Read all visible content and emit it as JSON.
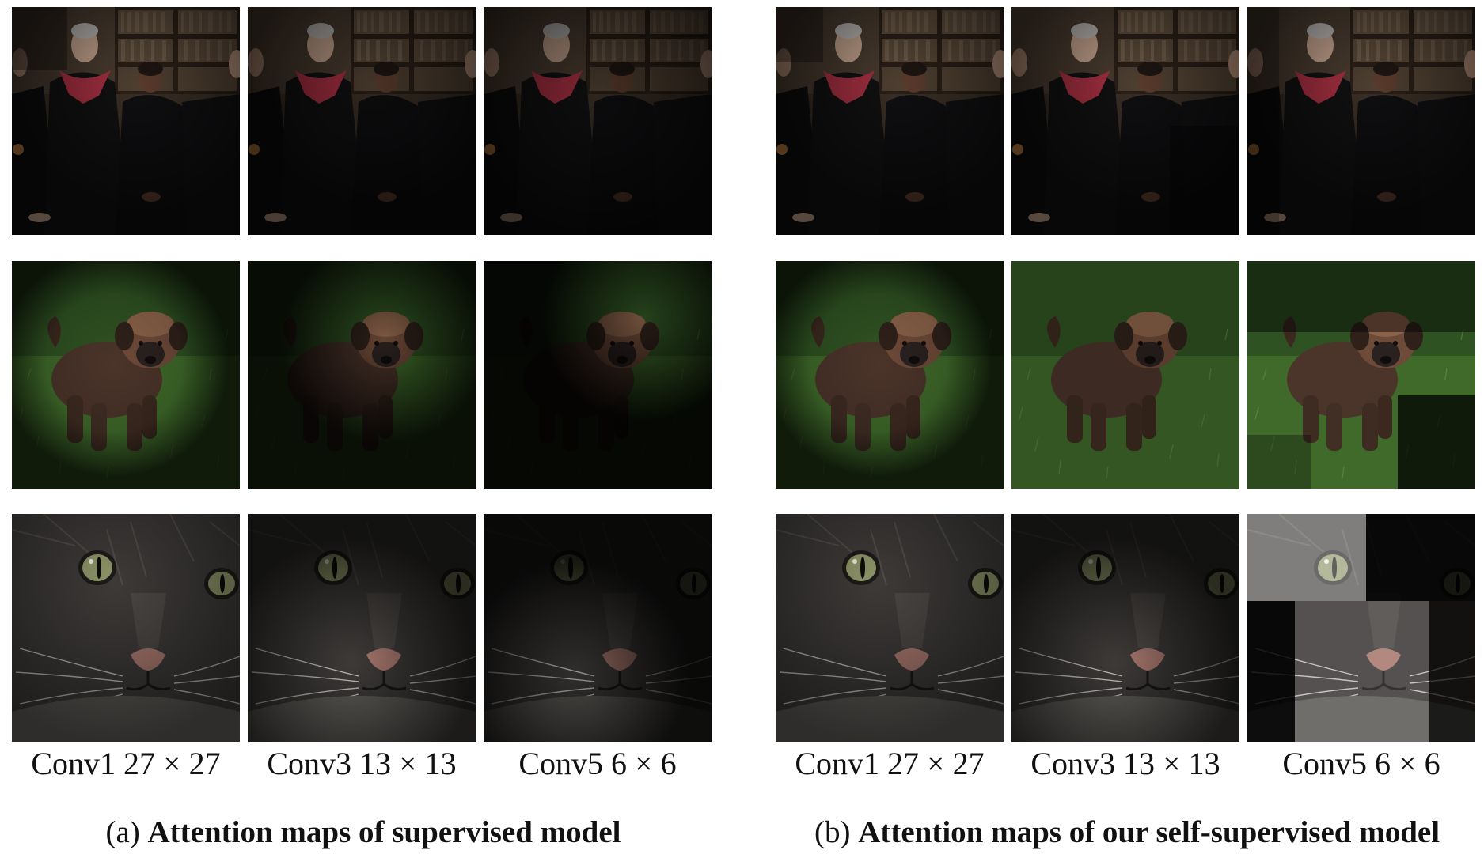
{
  "figure": {
    "panels": [
      {
        "column_labels": [
          "Conv1 27 × 27",
          "Conv3 13 × 13",
          "Conv5 6 × 6"
        ],
        "caption_prefix": "(a) ",
        "caption_bold": "Attention maps of supervised model"
      },
      {
        "column_labels": [
          "Conv1 27 × 27",
          "Conv3 13 × 13",
          "Conv5 6 × 6"
        ],
        "caption_prefix": "(b) ",
        "caption_bold": "Attention maps of our self-supervised model"
      }
    ]
  }
}
